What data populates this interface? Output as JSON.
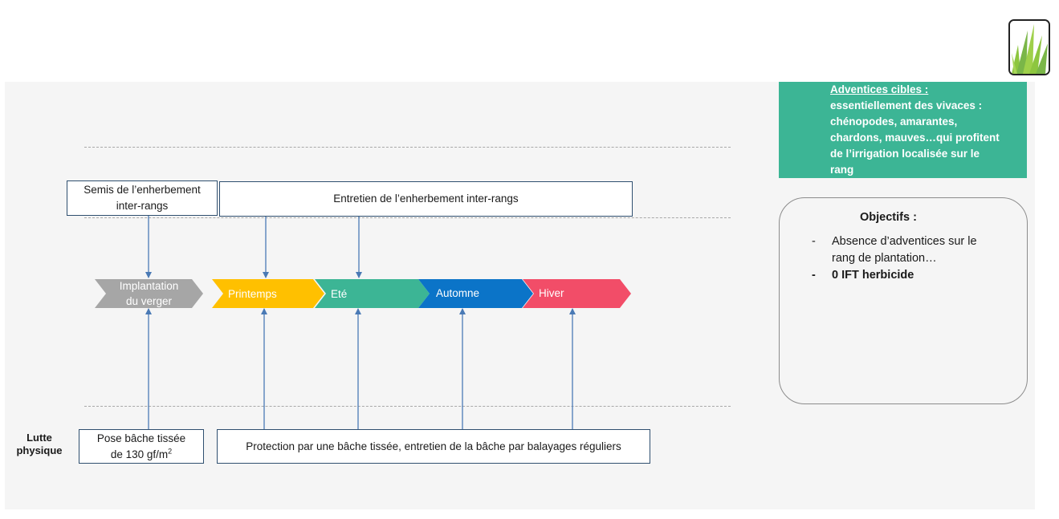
{
  "timeline": {
    "phases": [
      {
        "label_lines": [
          "Implantation",
          "du verger"
        ],
        "color": "#a6a6a6"
      },
      {
        "label_lines": [
          "Printemps"
        ],
        "color": "#ffc000"
      },
      {
        "label_lines": [
          "Eté"
        ],
        "color": "#3cb595"
      },
      {
        "label_lines": [
          "Automne"
        ],
        "color": "#0b74c8"
      },
      {
        "label_lines": [
          "Hiver"
        ],
        "color": "#f24d68"
      }
    ]
  },
  "top_boxes": {
    "sowing": {
      "lines": [
        "Semis de l’enherbement",
        "inter-rangs"
      ]
    },
    "maintenance": {
      "lines": [
        "Entretien de l’enherbement inter-rangs"
      ]
    }
  },
  "physical_control": {
    "row_label_lines": [
      "Lutte",
      "physique"
    ],
    "tarp_install": {
      "lines": [
        "Pose bâche tissée",
        "de 130 gf/m"
      ],
      "superscript": "2"
    },
    "protection": {
      "lines": [
        "Protection par une bâche tissée, entretien de la bâche par balayages réguliers"
      ]
    }
  },
  "target_weeds": {
    "title": "Adventices cibles :",
    "lines": [
      "essentiellement des vivaces :",
      "chénopodes, amarantes,",
      "chardons, mauves…qui profitent",
      "de l’irrigation localisée sur le",
      "rang"
    ],
    "color": "#3cb595"
  },
  "objectives": {
    "title": "Objectifs :",
    "items": [
      {
        "marker": "-",
        "lines": [
          "Absence d’adventices sur le",
          "rang de plantation…"
        ],
        "bold": false
      },
      {
        "marker": "-",
        "lines": [
          "0 IFT herbicide"
        ],
        "bold": true
      }
    ]
  },
  "logo": {
    "icon": "grass-icon",
    "color": "#8dc63f"
  }
}
